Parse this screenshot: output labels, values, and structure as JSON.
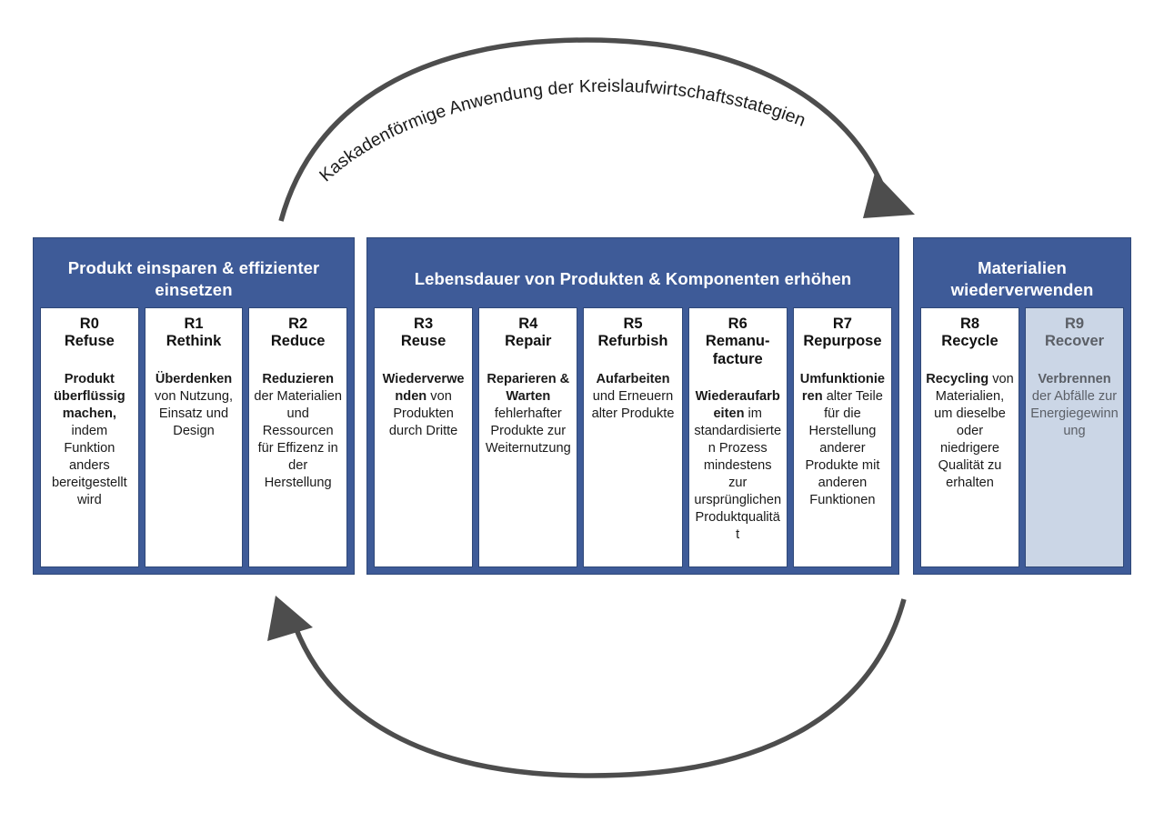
{
  "diagram": {
    "title_arc_top": "Kaskadenförmige Anwendung der Kreislaufwirtschaftsstategien",
    "colors": {
      "group_blue": "#3E5B98",
      "group_border": "#2F4878",
      "muted_card_blue": "#CBD6E6",
      "arrow_gray": "#4D4D4D",
      "text_dark": "#1A1A1A",
      "muted_text": "#5B5F66"
    },
    "arrows": {
      "top_arrow_name": "cascade-arrow-top",
      "bottom_arrow_name": "loop-arrow-bottom"
    }
  },
  "groups": [
    {
      "title": "Produkt einsparen & effizienter einsetzen",
      "cards": [
        {
          "code": "R0",
          "name": "Refuse",
          "lead": "Produkt überflüssig machen,",
          "rest": " indem Funktion anders bereitgestellt wird",
          "muted": false
        },
        {
          "code": "R1",
          "name": "Rethink",
          "lead": "Überdenken",
          "rest": " von Nutzung, Einsatz und Design",
          "muted": false
        },
        {
          "code": "R2",
          "name": "Reduce",
          "lead": "Reduzieren",
          "rest": " der Materialien und Ressourcen für Effizenz in der Herstellung",
          "muted": false
        }
      ]
    },
    {
      "title": "Lebensdauer von Produkten & Komponenten erhöhen",
      "cards": [
        {
          "code": "R3",
          "name": "Reuse",
          "lead": "Wiederverwenden",
          "rest": " von Produkten durch Dritte",
          "muted": false
        },
        {
          "code": "R4",
          "name": "Repair",
          "lead": "Reparieren & Warten",
          "rest": " fehlerhafter Produkte zur Weiternutzung",
          "muted": false
        },
        {
          "code": "R5",
          "name": "Refurbish",
          "lead": "Aufarbeiten",
          "rest": " und Erneuern alter Produkte",
          "muted": false
        },
        {
          "code": "R6",
          "name": "Remanu-\nfacture",
          "lead": "Wiederaufarbeiten",
          "rest": " im standardisierten Prozess mindestens zur ursprünglichen Produktqualität",
          "muted": false
        },
        {
          "code": "R7",
          "name": "Repurpose",
          "lead": "Umfunktionieren",
          "rest": " alter Teile für die Herstellung anderer Produkte mit anderen Funktionen",
          "muted": false
        }
      ]
    },
    {
      "title": "Materialien wiederverwenden",
      "cards": [
        {
          "code": "R8",
          "name": "Recycle",
          "lead": "Recycling",
          "rest": " von Materialien, um dieselbe oder niedrigere Qualität zu erhalten",
          "muted": false
        },
        {
          "code": "R9",
          "name": "Recover",
          "lead": "Verbrennen",
          "rest": " der Abfälle zur Energiegewinnung",
          "muted": true
        }
      ]
    }
  ]
}
